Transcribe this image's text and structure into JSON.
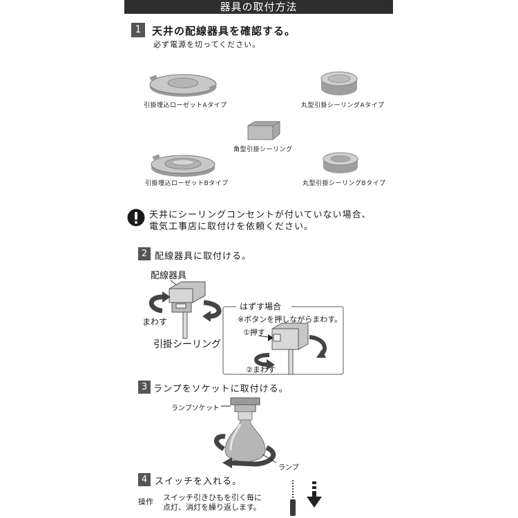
{
  "title": "器具の取付方法",
  "step1": {
    "num": "1",
    "heading": "天井の配線器具を確認する。",
    "sub": "必ず電源を切ってください。",
    "types": {
      "rosette_a": "引掛埋込ローゼットAタイプ",
      "round_a": "丸型引掛シーリングAタイプ",
      "square": "角型引掛シーリング",
      "rosette_b": "引掛埋込ローゼットBタイプ",
      "round_b": "丸型引掛シーリングBタイプ"
    }
  },
  "warning": {
    "line1": "天井にシーリングコンセントが付いていない場合、",
    "line2": "電気工事店に取付けを依頼ください。"
  },
  "step2": {
    "num": "2",
    "heading": "配線器具に取付ける。",
    "label_fixture": "配線器具",
    "label_turn": "まわす",
    "label_ceiling": "引掛シーリング",
    "remove": {
      "title": "はずす場合",
      "note": "※ボタンを押しながらまわす。",
      "push": "①押す",
      "turn": "②まわす"
    }
  },
  "step3": {
    "num": "3",
    "heading": "ランプをソケットに取付ける。",
    "label_socket": "ランプソケット",
    "label_lamp": "ランプ"
  },
  "step4": {
    "num": "4",
    "heading": "スイッチを入れる。",
    "op_label": "操作",
    "op_line1": "スイッチ引きひもを引く毎に",
    "op_line2": "点灯、消灯を繰り返します。"
  }
}
